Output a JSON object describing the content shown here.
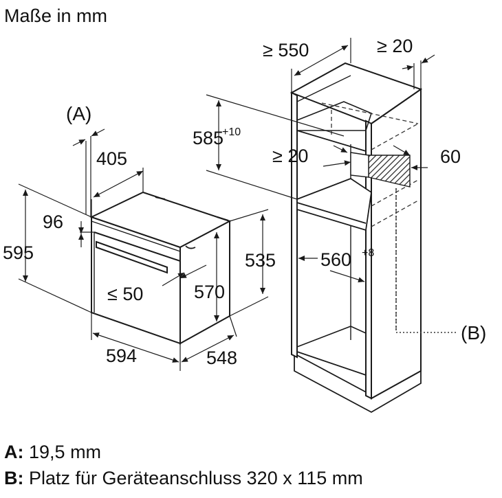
{
  "title": "Maße in mm",
  "labels": {
    "ref_a": "(A)",
    "ref_b": "(B)",
    "oven_width": "594",
    "oven_depth": "548",
    "oven_height": "595",
    "oven_top_depth": "405",
    "front_offset": "96",
    "door_gap": "≤ 50",
    "oven_body_height": "570",
    "oven_side_depth": "535",
    "niche_height": "585",
    "niche_height_tol": "+10",
    "niche_width": "560",
    "niche_width_tol": "+8",
    "cabinet_depth": "≥ 550",
    "rear_gap_top": "≥ 20",
    "rear_gap_inner": "≥ 20",
    "vent_depth": "60"
  },
  "legend": [
    {
      "key": "A:",
      "text": "19,5 mm"
    },
    {
      "key": "B:",
      "text": "Platz für Geräteanschluss 320 x 115 mm"
    }
  ]
}
